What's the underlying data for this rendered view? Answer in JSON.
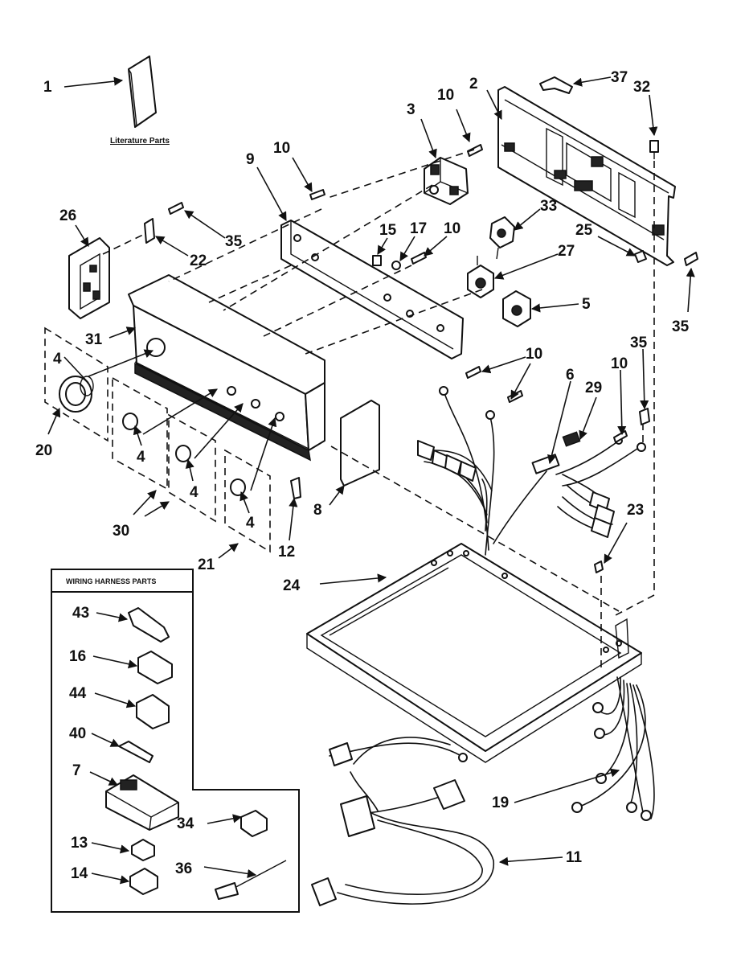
{
  "labels": {
    "literature_parts": "Literature Parts",
    "wiring_harness_parts": "WIRING HARNESS PARTS"
  },
  "callouts": [
    {
      "id": "c1",
      "text": "1"
    },
    {
      "id": "c2",
      "text": "2"
    },
    {
      "id": "c3",
      "text": "3"
    },
    {
      "id": "c10a",
      "text": "10"
    },
    {
      "id": "c37",
      "text": "37"
    },
    {
      "id": "c32",
      "text": "32"
    },
    {
      "id": "c10b",
      "text": "10"
    },
    {
      "id": "c9",
      "text": "9"
    },
    {
      "id": "c26",
      "text": "26"
    },
    {
      "id": "c35a",
      "text": "35"
    },
    {
      "id": "c22",
      "text": "22"
    },
    {
      "id": "c15",
      "text": "15"
    },
    {
      "id": "c17",
      "text": "17"
    },
    {
      "id": "c10c",
      "text": "10"
    },
    {
      "id": "c33",
      "text": "33"
    },
    {
      "id": "c25",
      "text": "25"
    },
    {
      "id": "c27",
      "text": "27"
    },
    {
      "id": "c5",
      "text": "5"
    },
    {
      "id": "c35b",
      "text": "35"
    },
    {
      "id": "c31",
      "text": "31"
    },
    {
      "id": "c4a",
      "text": "4"
    },
    {
      "id": "c10d",
      "text": "10"
    },
    {
      "id": "c10e",
      "text": "10"
    },
    {
      "id": "c35c",
      "text": "35"
    },
    {
      "id": "c6",
      "text": "6"
    },
    {
      "id": "c29",
      "text": "29"
    },
    {
      "id": "c20",
      "text": "20"
    },
    {
      "id": "c4b",
      "text": "4"
    },
    {
      "id": "c4c",
      "text": "4"
    },
    {
      "id": "c8",
      "text": "8"
    },
    {
      "id": "c4d",
      "text": "4"
    },
    {
      "id": "c30",
      "text": "30"
    },
    {
      "id": "c12",
      "text": "12"
    },
    {
      "id": "c23",
      "text": "23"
    },
    {
      "id": "c21",
      "text": "21"
    },
    {
      "id": "c24",
      "text": "24"
    },
    {
      "id": "c43",
      "text": "43"
    },
    {
      "id": "c16",
      "text": "16"
    },
    {
      "id": "c44",
      "text": "44"
    },
    {
      "id": "c40",
      "text": "40"
    },
    {
      "id": "c7",
      "text": "7"
    },
    {
      "id": "c19",
      "text": "19"
    },
    {
      "id": "c34",
      "text": "34"
    },
    {
      "id": "c13",
      "text": "13"
    },
    {
      "id": "c11",
      "text": "11"
    },
    {
      "id": "c36",
      "text": "36"
    },
    {
      "id": "c14",
      "text": "14"
    }
  ]
}
